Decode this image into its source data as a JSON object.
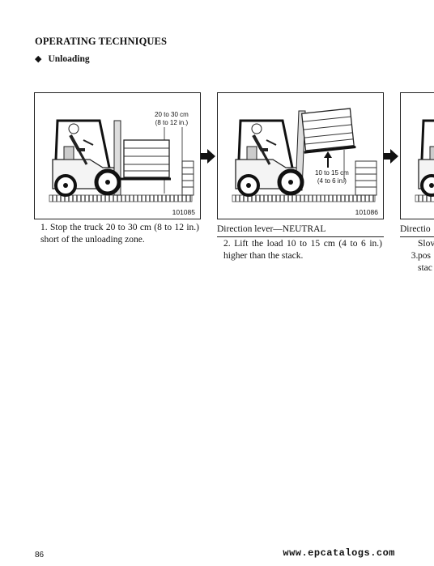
{
  "header": {
    "section_title": "OPERATING TECHNIQUES",
    "subsection_marker": "◆",
    "subsection_title": "Unloading"
  },
  "figures": [
    {
      "id": "101085",
      "dimension_text": [
        "20 to 30 cm",
        "(8 to 12 in.)"
      ]
    },
    {
      "id": "101086",
      "dimension_text": [
        "10 to 15 cm",
        "(4 to 6 in.)"
      ]
    },
    {
      "id": "",
      "dimension_text": []
    }
  ],
  "steps": [
    {
      "condition": "",
      "number": "1.",
      "text": "Stop the truck 20 to 30 cm (8 to 12 in.) short of the unloading zone."
    },
    {
      "condition": "Direction lever—NEUTRAL",
      "number": "2.",
      "text": "Lift the load 10 to 15 cm (4 to 6 in.) higher than the stack."
    },
    {
      "condition": "Directio",
      "number": "3.",
      "text": "Slov\npos\nstac"
    }
  ],
  "footer": {
    "page_number": "86",
    "watermark": "www.epcatalogs.com"
  },
  "colors": {
    "ink": "#111111",
    "background": "#ffffff",
    "ground_hatch": "#555555"
  }
}
